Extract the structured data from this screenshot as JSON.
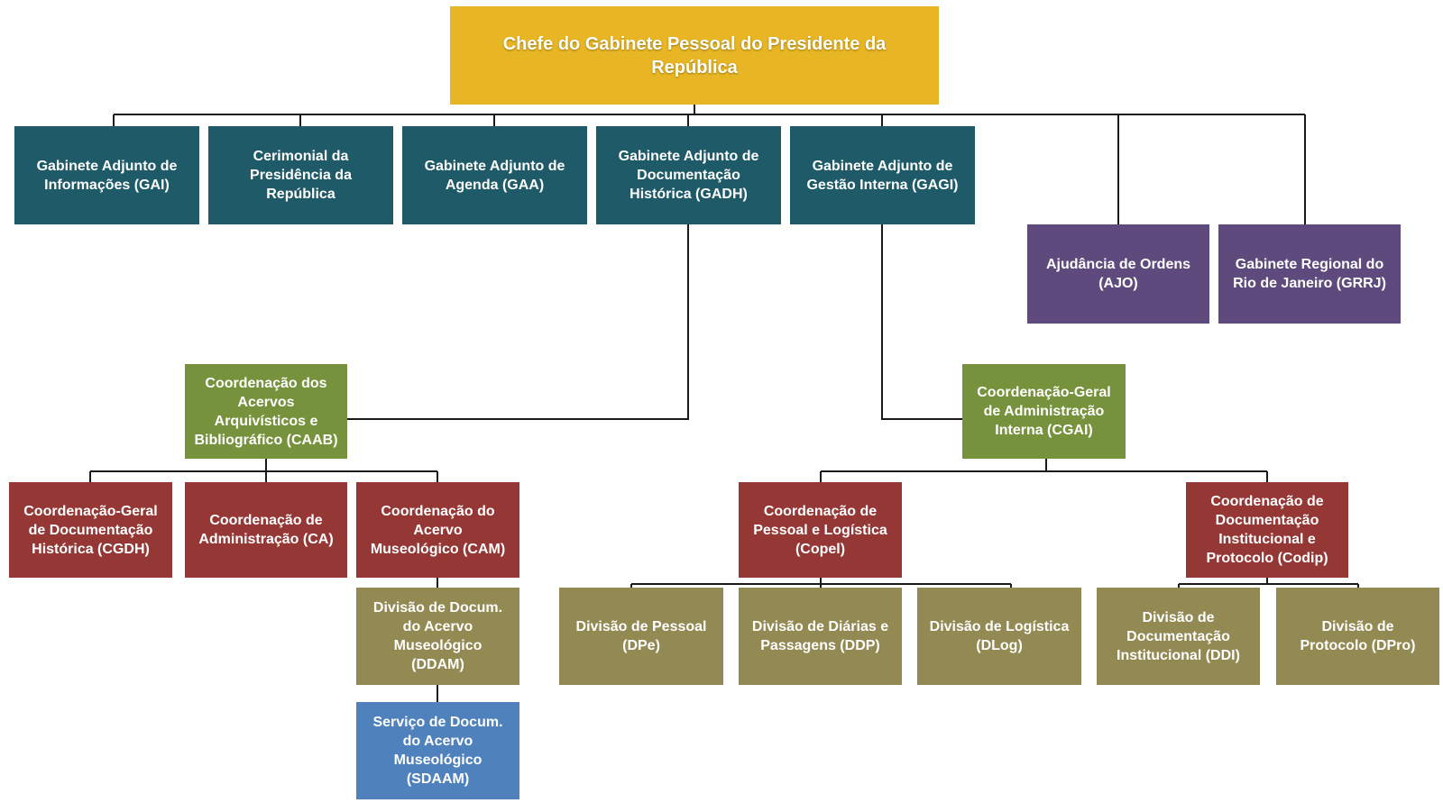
{
  "root": {
    "label": "Chefe do Gabinete Pessoal do Presidente da República"
  },
  "level1": [
    {
      "label": "Gabinete Adjunto de\nInformações (GAI)"
    },
    {
      "label": "Cerimonial da\nPresidência da\nRepública"
    },
    {
      "label": "Gabinete Adjunto de\nAgenda (GAA)"
    },
    {
      "label": "Gabinete Adjunto de\nDocumentação\nHistórica (GADH)"
    },
    {
      "label": "Gabinete Adjunto de\nGestão Interna (GAGI)"
    },
    {
      "label": "Ajudância de Ordens\n(AJO)"
    },
    {
      "label": "Gabinete Regional do\nRio de Janeiro (GRRJ)"
    }
  ],
  "caab": {
    "label": "Coordenação dos\nAcervos\nArquivísticos e\nBibliográfico (CAAB)",
    "children": [
      {
        "label": "Coordenação-Geral\nde Documentação\nHistórica (CGDH)"
      },
      {
        "label": "Coordenação de\nAdministração (CA)"
      },
      {
        "label": "Coordenação do\nAcervo\nMuseológico  (CAM)"
      }
    ],
    "ddam": {
      "label": "Divisão de Docum.\ndo Acervo\nMuseológico\n(DDAM)"
    },
    "sdaam": {
      "label": "Serviço de Docum.\ndo Acervo\nMuseológico\n(SDAAM)"
    }
  },
  "cgai": {
    "label": "Coordenação-Geral\nde Administração\nInterna (CGAI)",
    "copel": {
      "label": "Coordenação de\nPessoal e Logística\n(Copel)",
      "children": [
        {
          "label": "Divisão de Pessoal\n(DPe)"
        },
        {
          "label": "Divisão de Diárias e\nPassagens (DDP)"
        },
        {
          "label": "Divisão de Logística\n(DLog)"
        }
      ]
    },
    "codip": {
      "label": "Coordenação de\nDocumentação\nInstitucional e\nProtocolo (Codip)",
      "children": [
        {
          "label": "Divisão de\nDocumentação\nInstitucional (DDI)"
        },
        {
          "label": "Divisão de\nProtocolo (DPro)"
        }
      ]
    }
  },
  "colors": {
    "root": "#e8b624",
    "cabinet": "#1f5a68",
    "special": "#5e4a7c",
    "coordination_general": "#76923c",
    "coordination": "#953735",
    "division": "#938953",
    "service": "#4f81bd"
  }
}
